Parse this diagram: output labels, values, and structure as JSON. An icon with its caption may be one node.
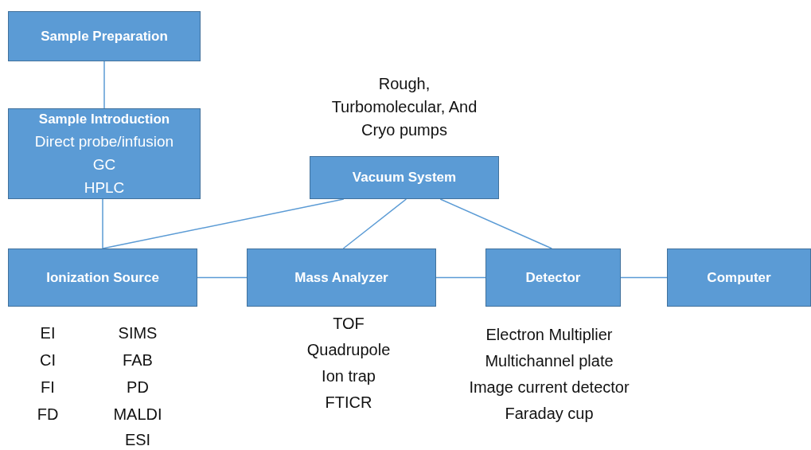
{
  "diagram": {
    "nodes": [
      {
        "text": [
          "Sample Preparation"
        ]
      },
      {
        "text": [
          "Sample Introduction",
          "Direct probe/infusion",
          "GC",
          "HPLC"
        ]
      },
      {
        "text": [
          "Vacuum System"
        ],
        "beside": [
          "Rough, Turbomolecular, And Cryo pumps"
        ]
      },
      {
        "text": [
          "Ionization Source"
        ],
        "beside": [
          "EI",
          "CI",
          "FI",
          "FD",
          "SIMS",
          "FAB",
          "PD",
          "MALDI",
          "ESI"
        ]
      },
      {
        "text": [
          "Mass Analyzer"
        ],
        "beside": [
          "TOF",
          "Quadrupole",
          "Ion trap",
          "FTICR"
        ]
      },
      {
        "text": [
          "Detector"
        ],
        "beside": [
          "Electron Multiplier",
          "Multichannel plate",
          "Image current detector",
          "Faraday cup"
        ]
      },
      {
        "text": [
          "Computer"
        ]
      }
    ],
    "edges": [
      {
        "from": 0,
        "to": 1,
        "arrow": "none"
      },
      {
        "from": 1,
        "to": 3,
        "arrow": "none"
      },
      {
        "from": 2,
        "to": 3,
        "arrow": "none"
      },
      {
        "from": 2,
        "to": 4,
        "arrow": "none"
      },
      {
        "from": 2,
        "to": 5,
        "arrow": "none"
      },
      {
        "from": 3,
        "to": 4,
        "arrow": "none"
      },
      {
        "from": 4,
        "to": 5,
        "arrow": "none"
      },
      {
        "from": 5,
        "to": 6,
        "arrow": "none"
      }
    ]
  }
}
